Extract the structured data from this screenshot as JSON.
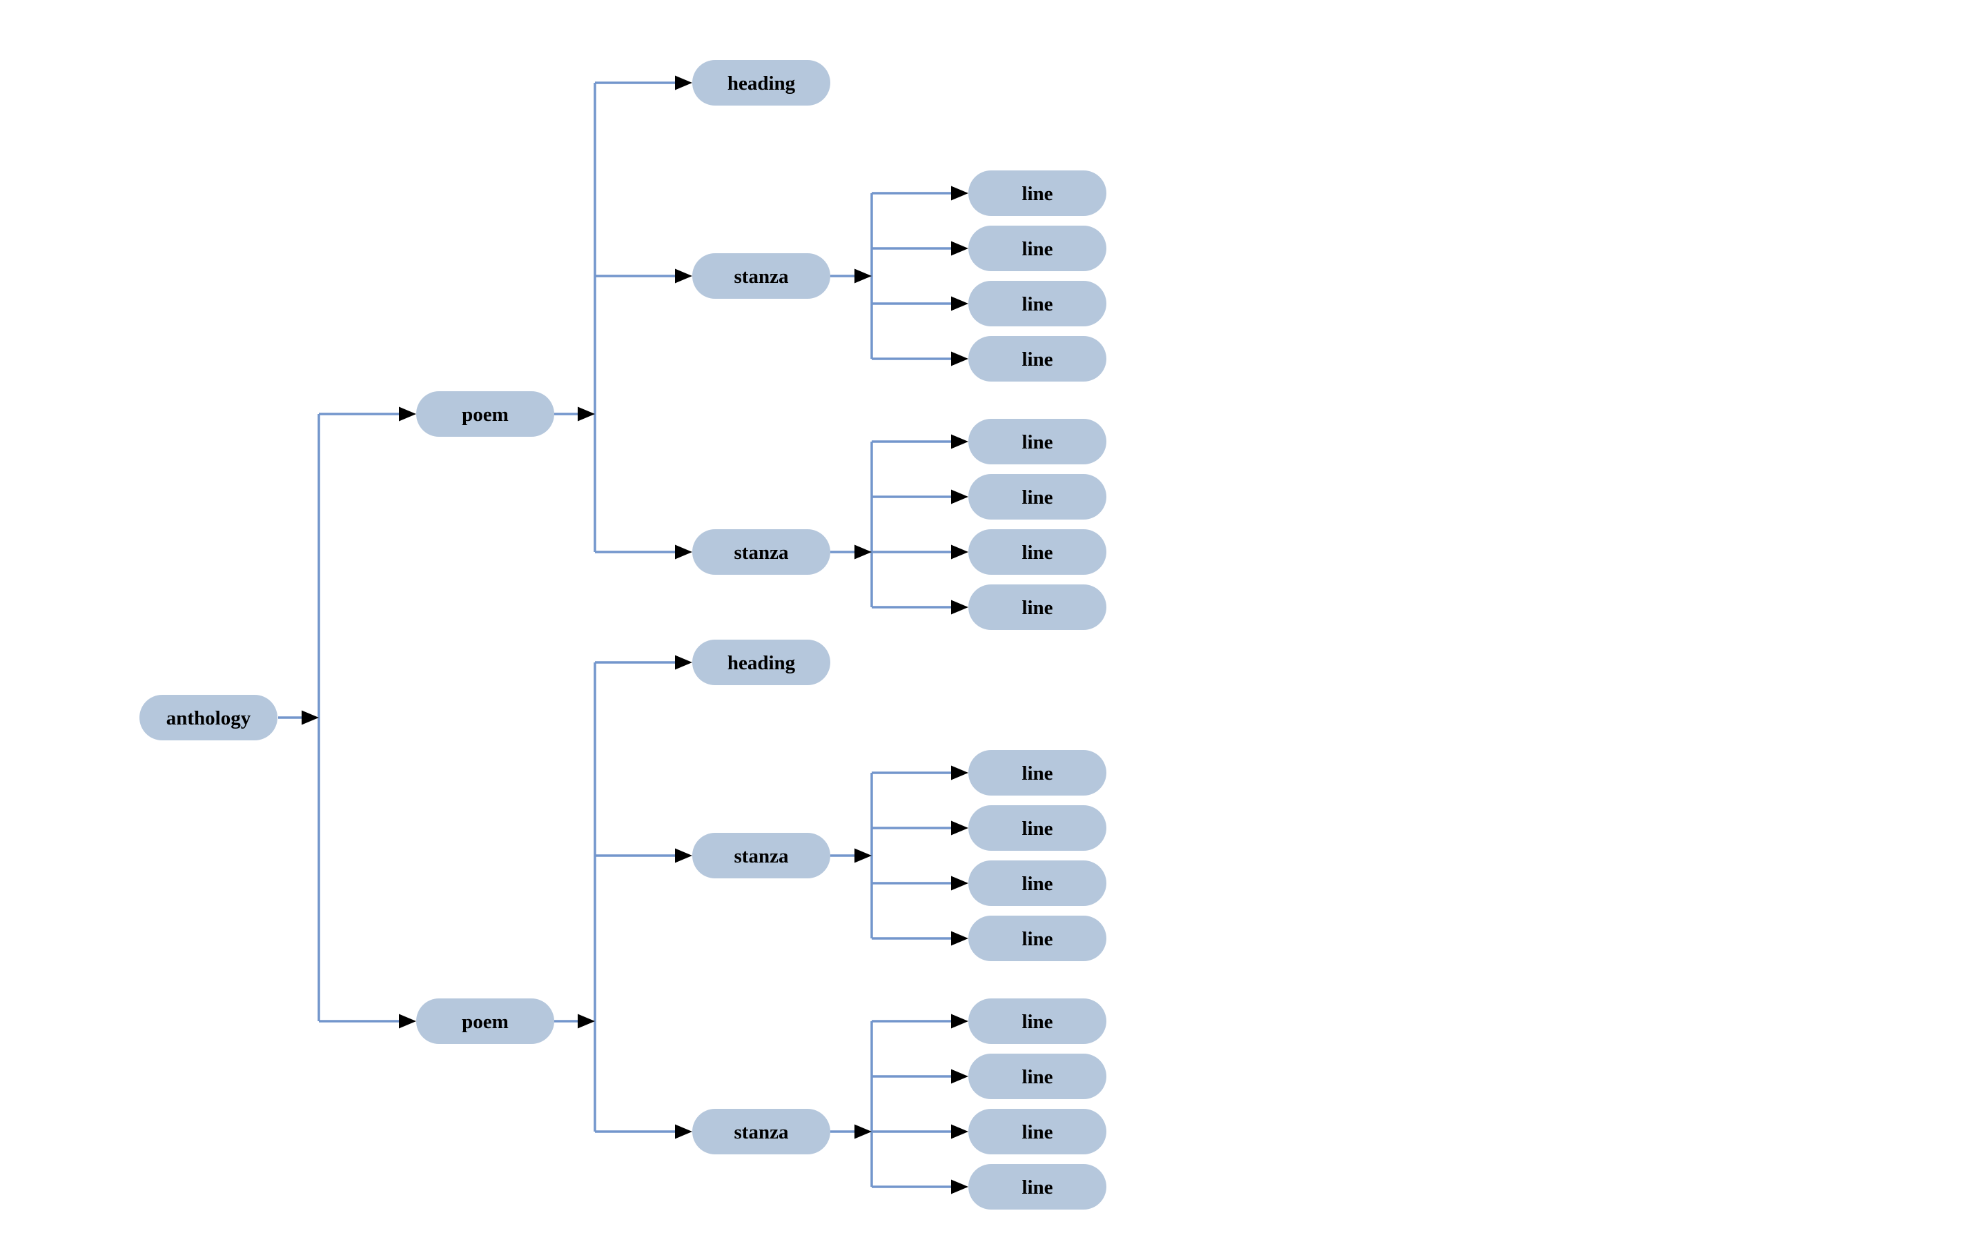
{
  "diagram": {
    "type": "tree",
    "orientation": "left-to-right",
    "colors": {
      "node_fill": "#b5c7dc",
      "edge": "#7396cc",
      "arrowhead": "#000000",
      "label": "#000000",
      "background": "#ffffff"
    },
    "tree": {
      "label": "anthology",
      "children": [
        {
          "label": "poem",
          "children": [
            {
              "label": "heading",
              "children": []
            },
            {
              "label": "stanza",
              "children": [
                {
                  "label": "line"
                },
                {
                  "label": "line"
                },
                {
                  "label": "line"
                },
                {
                  "label": "line"
                }
              ]
            },
            {
              "label": "stanza",
              "children": [
                {
                  "label": "line"
                },
                {
                  "label": "line"
                },
                {
                  "label": "line"
                },
                {
                  "label": "line"
                }
              ]
            }
          ]
        },
        {
          "label": "poem",
          "children": [
            {
              "label": "heading",
              "children": []
            },
            {
              "label": "stanza",
              "children": [
                {
                  "label": "line"
                },
                {
                  "label": "line"
                },
                {
                  "label": "line"
                },
                {
                  "label": "line"
                }
              ]
            },
            {
              "label": "stanza",
              "children": [
                {
                  "label": "line"
                },
                {
                  "label": "line"
                },
                {
                  "label": "line"
                },
                {
                  "label": "line"
                }
              ]
            }
          ]
        }
      ]
    }
  }
}
